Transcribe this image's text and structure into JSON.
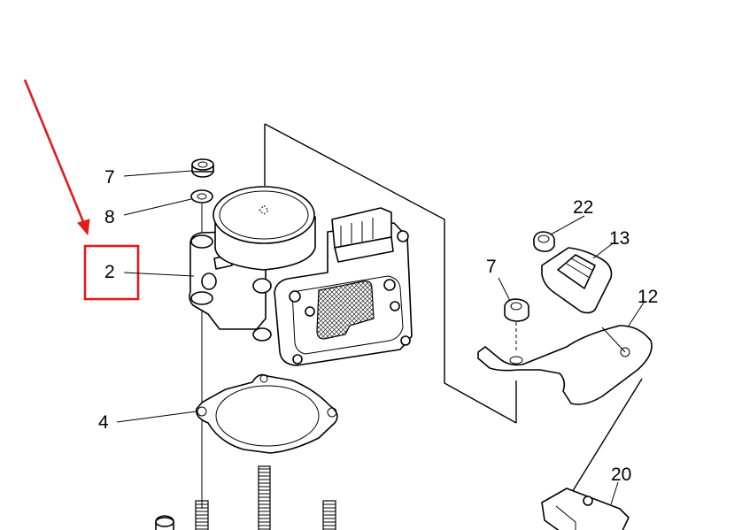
{
  "diagram": {
    "callouts": {
      "nut_top": "7",
      "washer": "8",
      "throttle_body": "2",
      "gasket": "4",
      "cap_nut": "22",
      "sensor_cover": "13",
      "nut_bracket": "7",
      "bracket": "12",
      "connector": "20"
    },
    "highlight_color": "#e21b1b"
  }
}
